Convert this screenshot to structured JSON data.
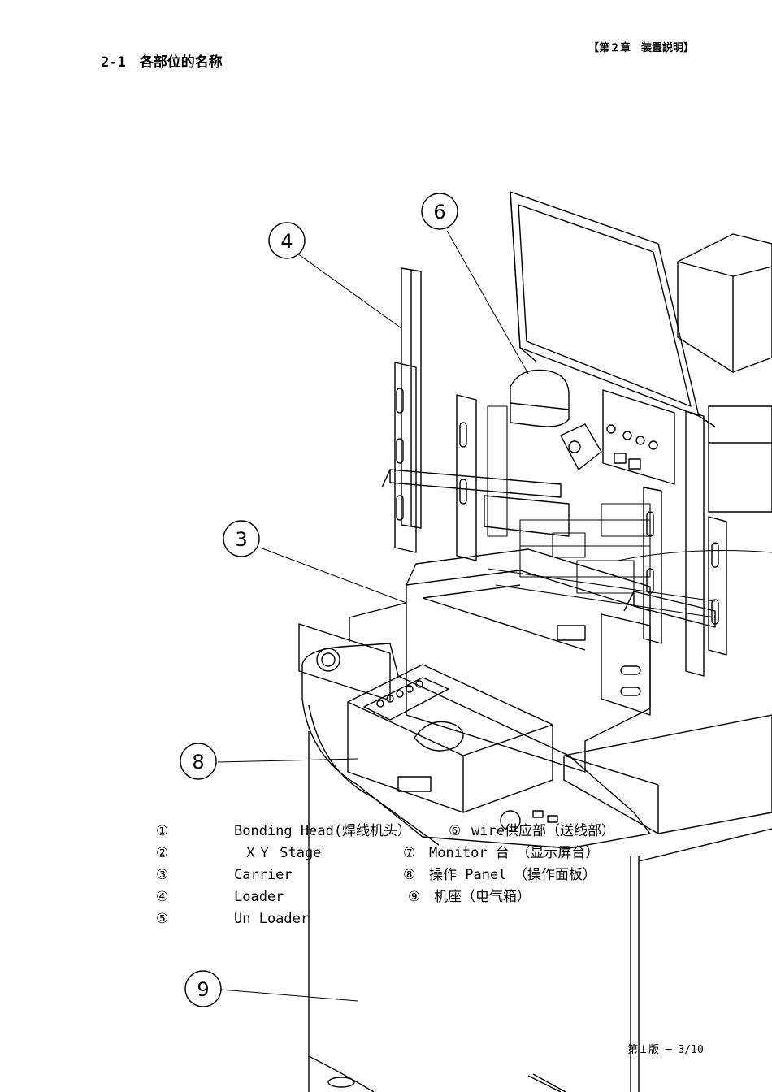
{
  "header": {
    "section_title": "2-1　各部位的名称",
    "chapter_tag": "【第２章　装置説明】"
  },
  "callouts": [
    {
      "id": "4",
      "label": "4"
    },
    {
      "id": "6",
      "label": "6"
    },
    {
      "id": "3",
      "label": "3"
    },
    {
      "id": "8",
      "label": "8"
    },
    {
      "id": "9",
      "label": "9"
    }
  ],
  "legend": {
    "left": [
      {
        "num": "①",
        "text": "Bonding Head(焊线机头）"
      },
      {
        "num": "②",
        "text": "ＸＹ Stage"
      },
      {
        "num": "③",
        "text": "Carrier"
      },
      {
        "num": "④",
        "text": "Loader"
      },
      {
        "num": "⑤",
        "text": "Un Loader"
      }
    ],
    "right": [
      {
        "num": "⑥",
        "text": "wire供应部（送线部）"
      },
      {
        "num": "⑦",
        "text": "Monitor 台　（显示屏台）"
      },
      {
        "num": "⑧",
        "text": "操作 Panel　（操作面板）"
      },
      {
        "num": "⑨",
        "text": "机座（电气箱）"
      }
    ]
  },
  "footer": {
    "page": "第１版 ─ 3/10"
  }
}
